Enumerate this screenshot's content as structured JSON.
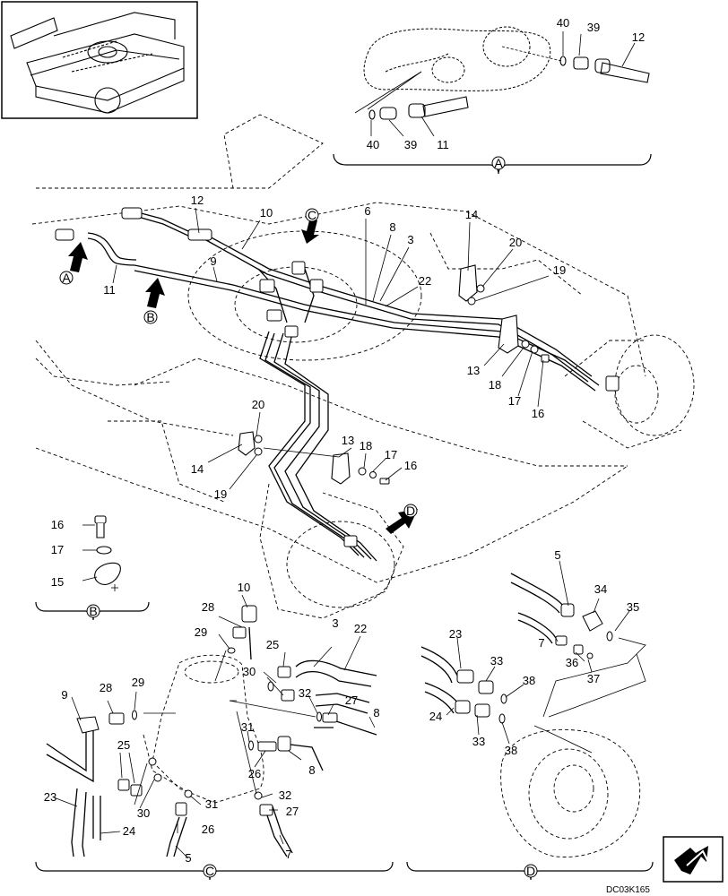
{
  "drawing_code": "DC03K165",
  "view_letters": {
    "a": "A",
    "b": "B",
    "c": "C",
    "d": "D"
  },
  "parts": {
    "p3": "3",
    "p5": "5",
    "p6": "6",
    "p7": "7",
    "p8": "8",
    "p9": "9",
    "p10": "10",
    "p11": "11",
    "p12": "12",
    "p13": "13",
    "p14": "14",
    "p15": "15",
    "p16": "16",
    "p17": "17",
    "p18": "18",
    "p19": "19",
    "p20": "20",
    "p22": "22",
    "p23": "23",
    "p24": "24",
    "p25": "25",
    "p26": "26",
    "p27": "27",
    "p28": "28",
    "p29": "29",
    "p30": "30",
    "p31": "31",
    "p32": "32",
    "p33": "33",
    "p34": "34",
    "p35": "35",
    "p36": "36",
    "p37": "37",
    "p38": "38",
    "p39": "39",
    "p40": "40"
  }
}
